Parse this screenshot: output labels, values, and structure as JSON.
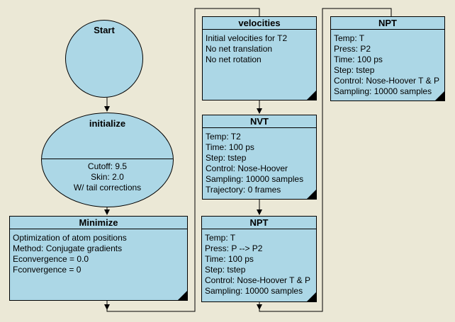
{
  "colors": {
    "background": "#EBE8D6",
    "node_fill": "#ACD7E6",
    "border": "#000000",
    "text": "#000000"
  },
  "nodes": {
    "start": {
      "title": "Start"
    },
    "initialize": {
      "title": "initialize",
      "lines": [
        "Cutoff: 9.5",
        "Skin: 2.0",
        "W/ tail corrections"
      ]
    },
    "minimize": {
      "title": "Minimize",
      "lines": [
        "Optimization of atom positions",
        "Method: Conjugate gradients",
        "Econvergence = 0.0",
        "Fconvergence = 0"
      ]
    },
    "velocities": {
      "title": "velocities",
      "lines": [
        "Initial velocities for T2",
        "No net translation",
        "No net rotation"
      ]
    },
    "nvt": {
      "title": "NVT",
      "lines": [
        "Temp: T2",
        "Time: 100 ps",
        "Step: tstep",
        "Control: Nose-Hoover",
        "Sampling: 10000 samples",
        "Trajectory: 0 frames"
      ]
    },
    "npt_ramp": {
      "title": "NPT",
      "lines": [
        "Temp: T",
        "Press: P --> P2",
        "Time: 100 ps",
        "Step: tstep",
        "Control: Nose-Hoover T & P",
        "Sampling: 10000 samples"
      ]
    },
    "npt_hold": {
      "title": "NPT",
      "lines": [
        "Temp: T",
        "Press: P2",
        "Time: 100 ps",
        "Step: tstep",
        "Control: Nose-Hoover T & P",
        "Sampling: 10000 samples"
      ]
    }
  }
}
